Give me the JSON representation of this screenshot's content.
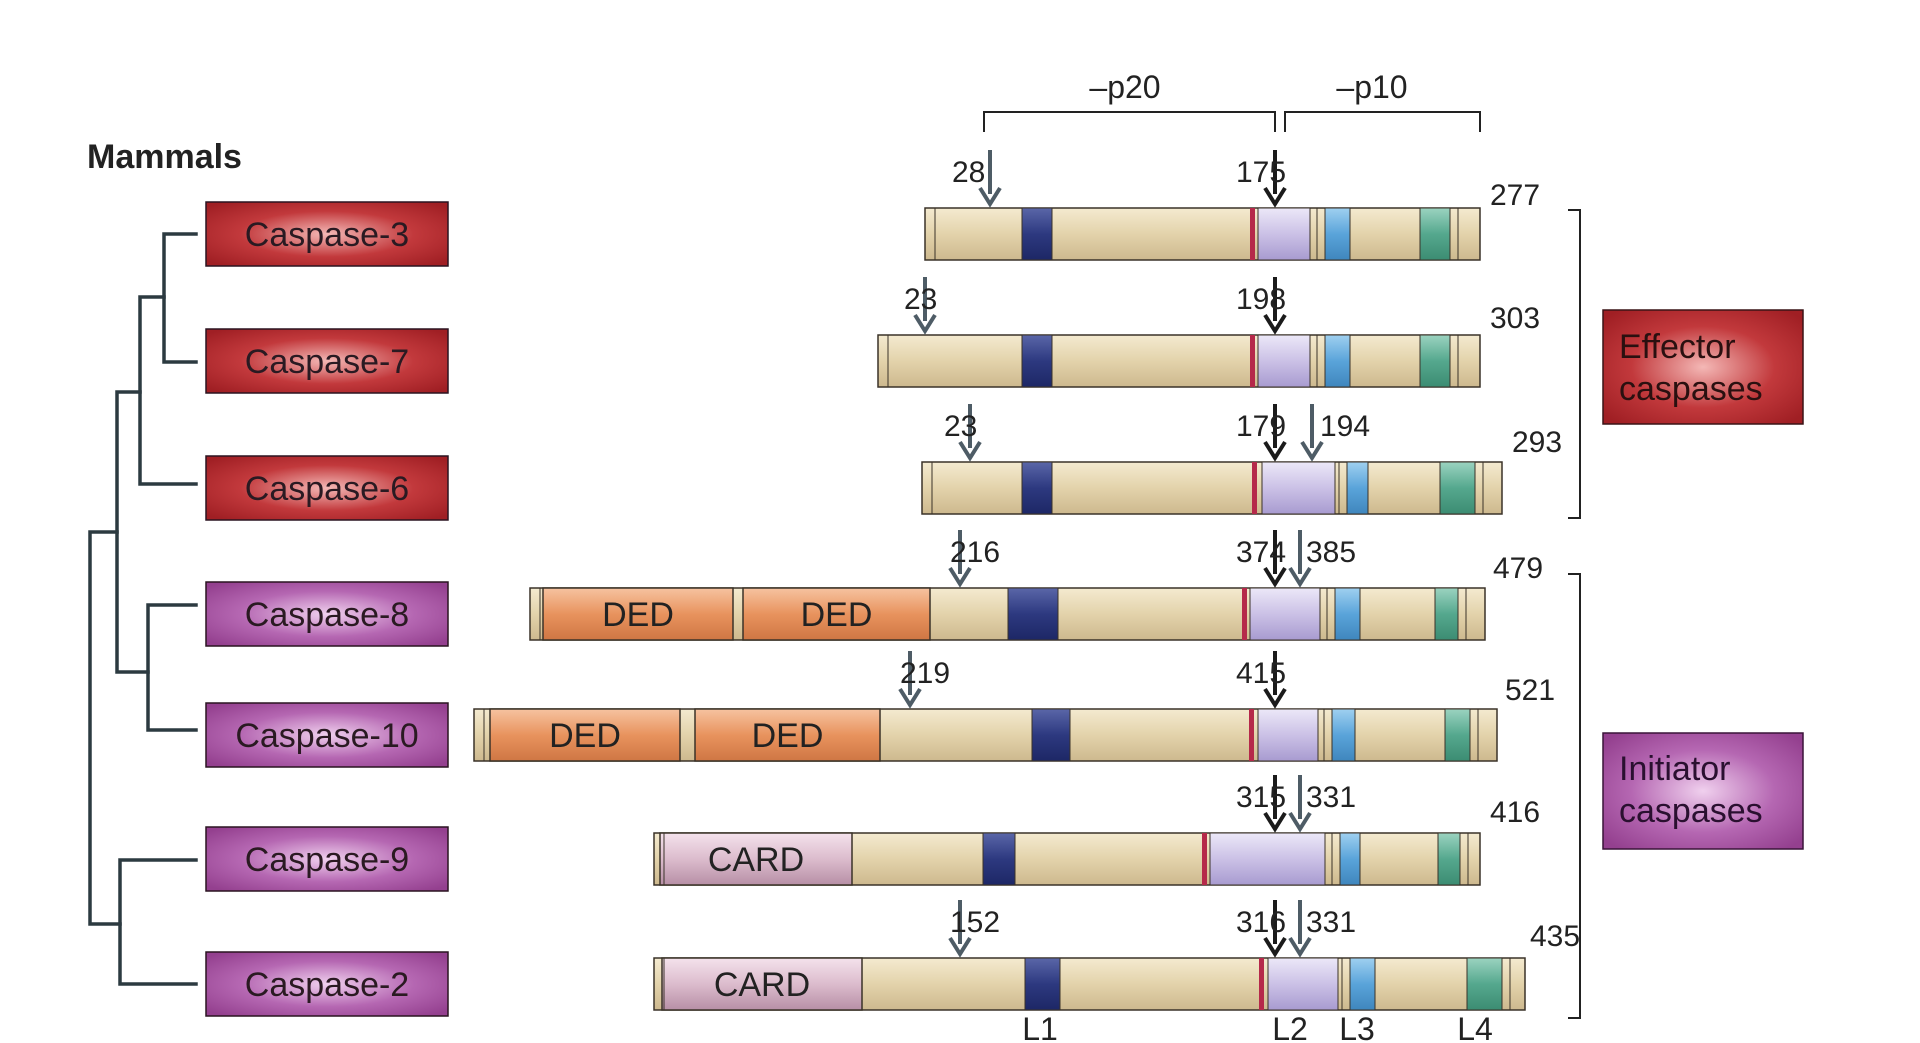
{
  "title": "Mammals",
  "header": {
    "p20": "–p20",
    "p10": "–p10"
  },
  "colors": {
    "effector": "#a8262a",
    "initiator": "#9a4a96",
    "protein": "#e6d7b2",
    "ded": "#e6905c",
    "card": "#dcc0cf",
    "l1": "#2d3980",
    "active_site": "#b5294a",
    "l2_region": "#ccc2e6",
    "l3": "#5aa4da",
    "l4": "#55a88e",
    "tree": "#2c3a40",
    "arrow_black": "#1b1b1b",
    "arrow_grey": "#4e5c66"
  },
  "caspases": [
    {
      "name": "Caspase-3",
      "group": "effector",
      "length": "277",
      "domains": [],
      "cleavage": [
        {
          "label": "28",
          "style": "grey"
        },
        {
          "label": "175",
          "style": "black"
        }
      ]
    },
    {
      "name": "Caspase-7",
      "group": "effector",
      "length": "303",
      "domains": [],
      "cleavage": [
        {
          "label": "23",
          "style": "grey"
        },
        {
          "label": "198",
          "style": "black"
        }
      ]
    },
    {
      "name": "Caspase-6",
      "group": "effector",
      "length": "293",
      "domains": [],
      "cleavage": [
        {
          "label": "23",
          "style": "grey"
        },
        {
          "label": "179",
          "style": "black"
        },
        {
          "label": "194",
          "style": "grey"
        }
      ]
    },
    {
      "name": "Caspase-8",
      "group": "initiator",
      "length": "479",
      "domains": [
        "DED",
        "DED"
      ],
      "cleavage": [
        {
          "label": "216",
          "style": "grey"
        },
        {
          "label": "374",
          "style": "black"
        },
        {
          "label": "385",
          "style": "grey"
        }
      ]
    },
    {
      "name": "Caspase-10",
      "group": "initiator",
      "length": "521",
      "domains": [
        "DED",
        "DED"
      ],
      "cleavage": [
        {
          "label": "219",
          "style": "grey"
        },
        {
          "label": "415",
          "style": "black"
        }
      ]
    },
    {
      "name": "Caspase-9",
      "group": "initiator",
      "length": "416",
      "domains": [
        "CARD"
      ],
      "cleavage": [
        {
          "label": "315",
          "style": "black"
        },
        {
          "label": "331",
          "style": "grey"
        }
      ]
    },
    {
      "name": "Caspase-2",
      "group": "initiator",
      "length": "435",
      "domains": [
        "CARD"
      ],
      "cleavage": [
        {
          "label": "152",
          "style": "grey"
        },
        {
          "label": "316",
          "style": "black"
        },
        {
          "label": "331",
          "style": "grey"
        }
      ]
    }
  ],
  "groups": {
    "effector": "Effector caspases",
    "initiator": "Initiator caspases"
  },
  "loops": [
    "L1",
    "L2",
    "L3",
    "L4"
  ]
}
